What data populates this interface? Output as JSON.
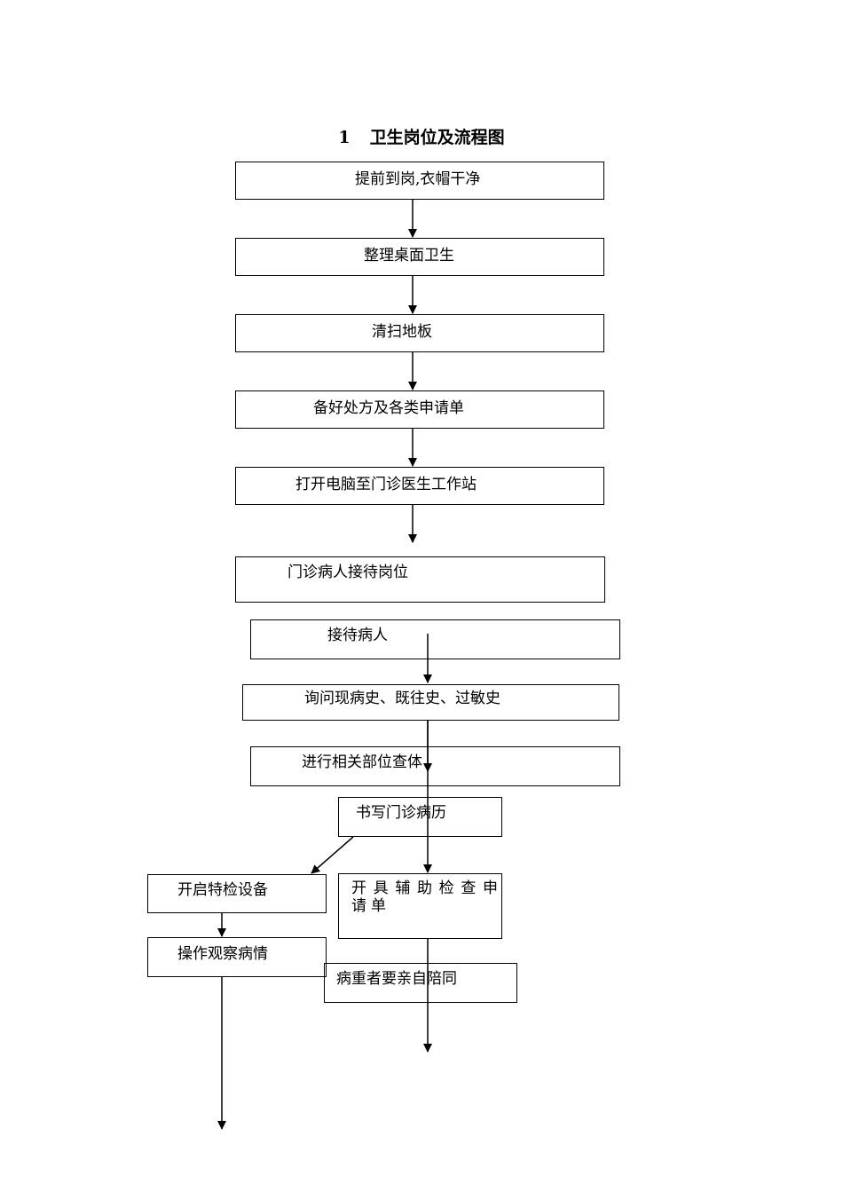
{
  "title": {
    "number": "1",
    "text": "卫生岗位及流程图"
  },
  "steps": {
    "s1": "提前到岗,衣帽干净",
    "s2": "整理桌面卫生",
    "s3": "清扫地板",
    "s4": "备好处方及各类申请单",
    "s5": "打开电脑至门诊医生工作站"
  },
  "reception": {
    "header": "门诊病人接待岗位",
    "r1": "接待病人",
    "r2": "询问现病史、既往史、过敏史",
    "r3": "进行相关部位查体",
    "r4": "书写门诊病历",
    "left1": "开启特检设备",
    "left2": "操作观察病情",
    "right1": "开具辅助检查申请单",
    "right2": "病重者要亲自陪同"
  },
  "colors": {
    "line": "#000000",
    "background": "#ffffff"
  }
}
